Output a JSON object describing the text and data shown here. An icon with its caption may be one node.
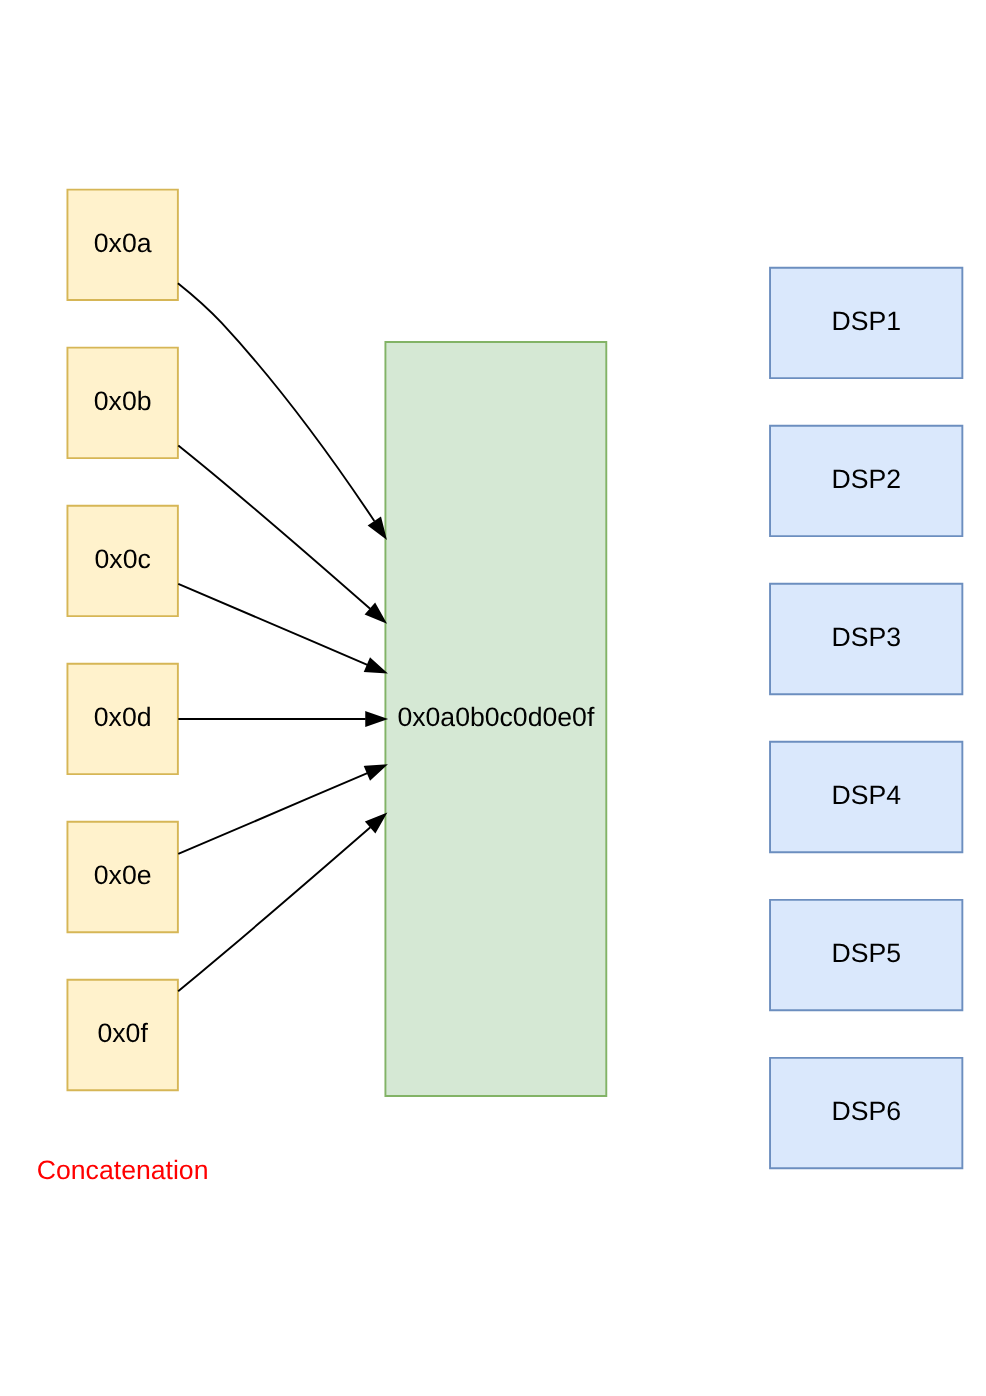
{
  "diagram": {
    "nodes": [
      {
        "text": [
          "0x0a"
        ]
      },
      {
        "text": [
          "0x0b"
        ]
      },
      {
        "text": [
          "0x0c"
        ]
      },
      {
        "text": [
          "0x0d"
        ]
      },
      {
        "text": [
          "0x0e"
        ]
      },
      {
        "text": [
          "0x0f"
        ]
      },
      {
        "text": [
          "0x0a0b0c0d0e0f"
        ]
      },
      {
        "text": [
          "DSP1"
        ]
      },
      {
        "text": [
          "DSP2"
        ]
      },
      {
        "text": [
          "DSP3"
        ]
      },
      {
        "text": [
          "DSP4"
        ]
      },
      {
        "text": [
          "DSP5"
        ]
      },
      {
        "text": [
          "DSP6"
        ]
      }
    ],
    "edges": [
      {
        "from": 0,
        "to": 6,
        "arrow": "to"
      },
      {
        "from": 1,
        "to": 6,
        "arrow": "to"
      },
      {
        "from": 2,
        "to": 6,
        "arrow": "to"
      },
      {
        "from": 3,
        "to": 6,
        "arrow": "to"
      },
      {
        "from": 4,
        "to": 6,
        "arrow": "to"
      },
      {
        "from": 5,
        "to": 6,
        "arrow": "to"
      }
    ],
    "labels": [
      "Concatenation"
    ]
  }
}
